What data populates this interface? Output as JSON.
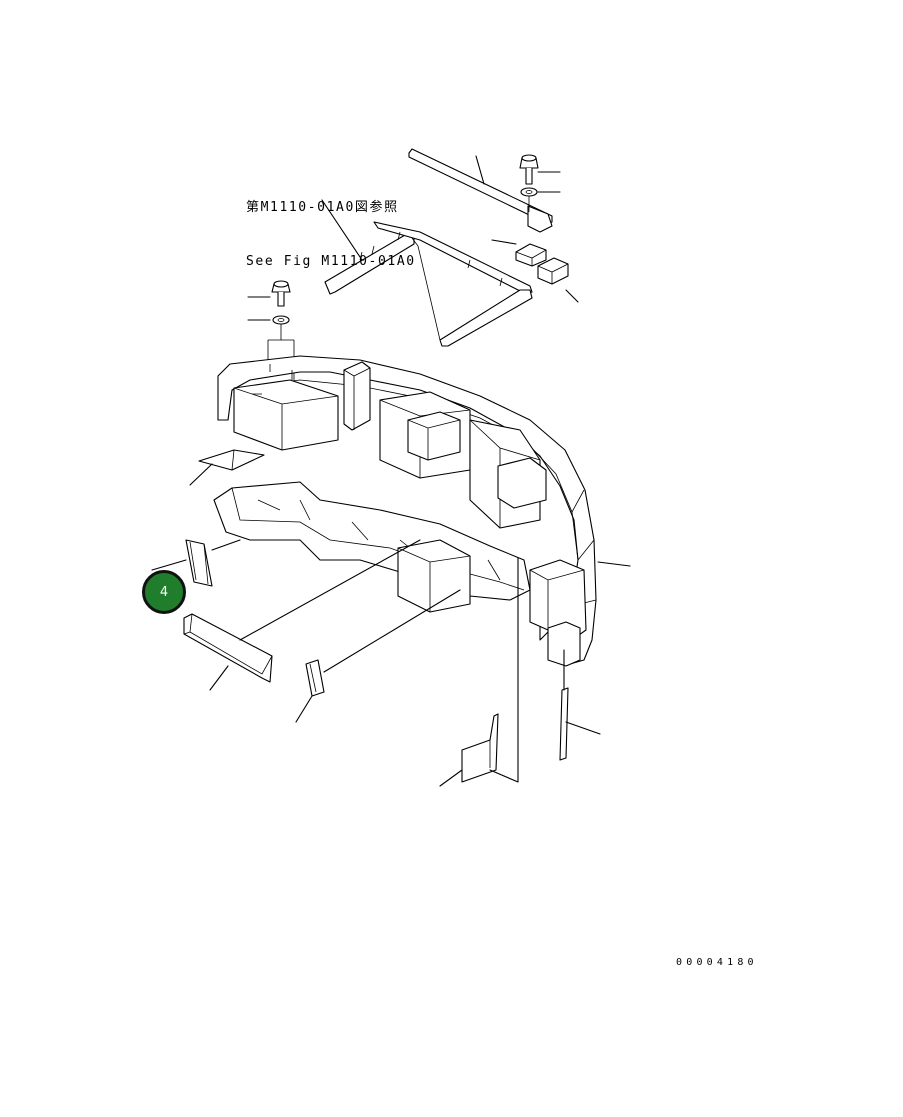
{
  "reference_note": {
    "line_jp": "第M1110-01A0図参照",
    "line_en": "See Fig M1110-01A0"
  },
  "callout": {
    "number": "4",
    "color": "#1f7d2c"
  },
  "drawing_number": "00004180",
  "icons": [
    "leader-line",
    "bolt-icon",
    "washer-icon",
    "seal-pad-icon"
  ]
}
